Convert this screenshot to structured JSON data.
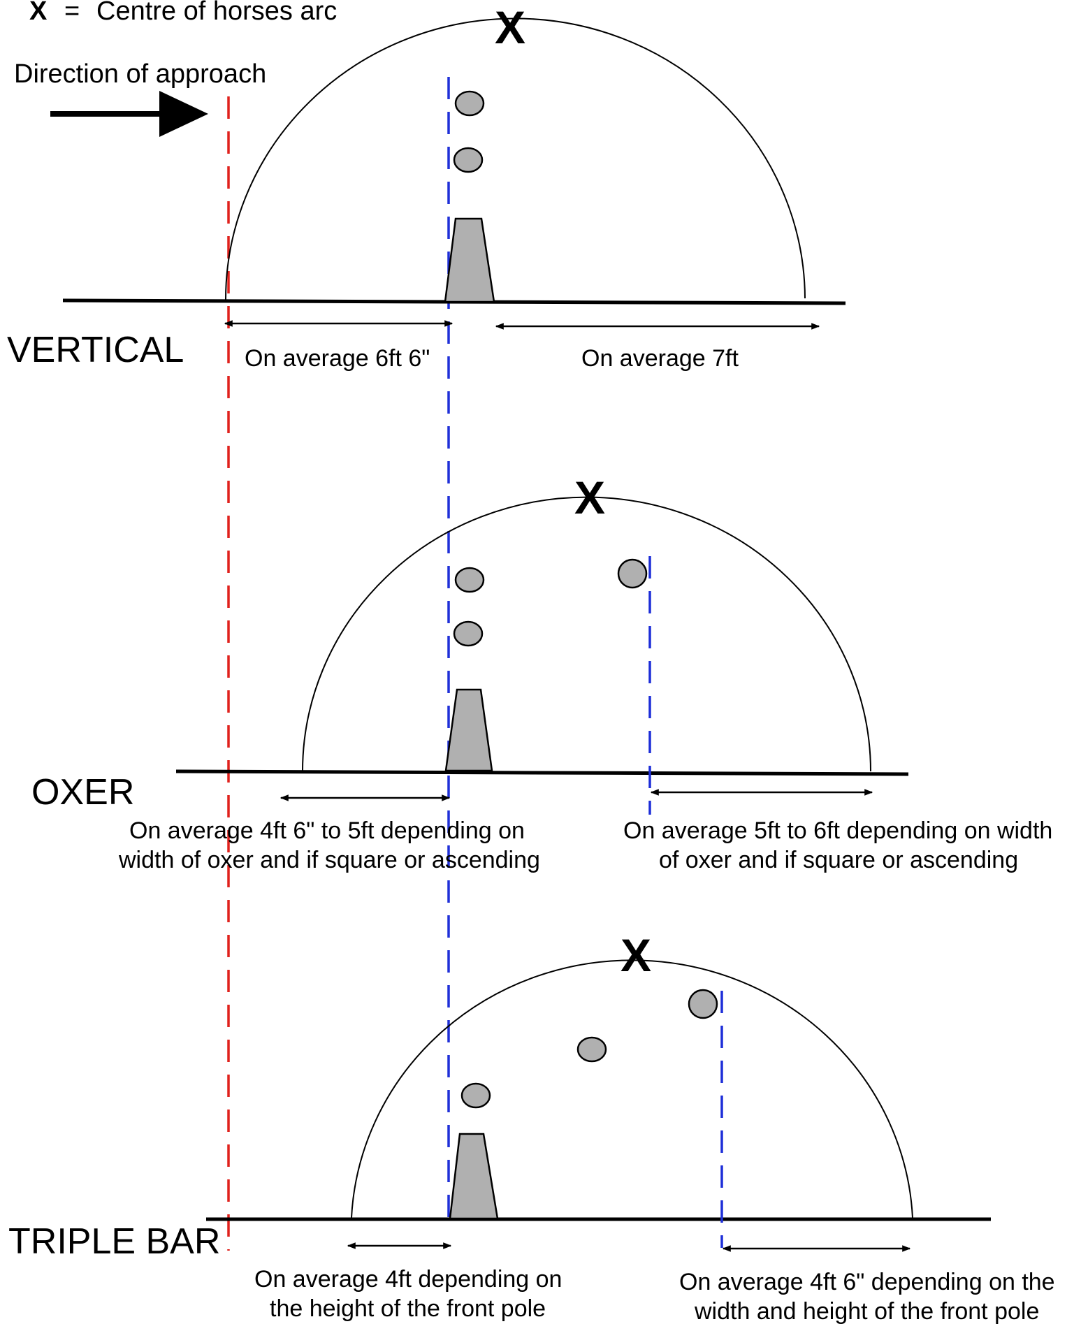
{
  "legend": {
    "x_symbol": "X",
    "equals": "=",
    "text": "Centre of horses arc"
  },
  "approach": {
    "label": "Direction of approach"
  },
  "sections": [
    {
      "name": "VERTICAL",
      "x_symbol": "X",
      "takeoff_label": "On average 6ft 6\"",
      "landing_label": "On average 7ft"
    },
    {
      "name": "OXER",
      "x_symbol": "X",
      "takeoff_label_line1": "On average 4ft 6\" to 5ft  depending on",
      "takeoff_label_line2": "width of oxer and if square or ascending",
      "landing_label_line1": "On average 5ft to 6ft depending on width",
      "landing_label_line2": "of oxer and if square or ascending"
    },
    {
      "name": "TRIPLE BAR",
      "x_symbol": "X",
      "takeoff_label_line1": "On average 4ft depending on",
      "takeoff_label_line2": "the height of the front pole",
      "landing_label_line1": "On average 4ft 6\" depending on the",
      "landing_label_line2": "width and height of the front pole"
    }
  ],
  "colors": {
    "takeoff_reference_line": "#e0201c",
    "pole_reference_line": "#1e2fd8",
    "pole_fill": "#b0b0b0"
  }
}
